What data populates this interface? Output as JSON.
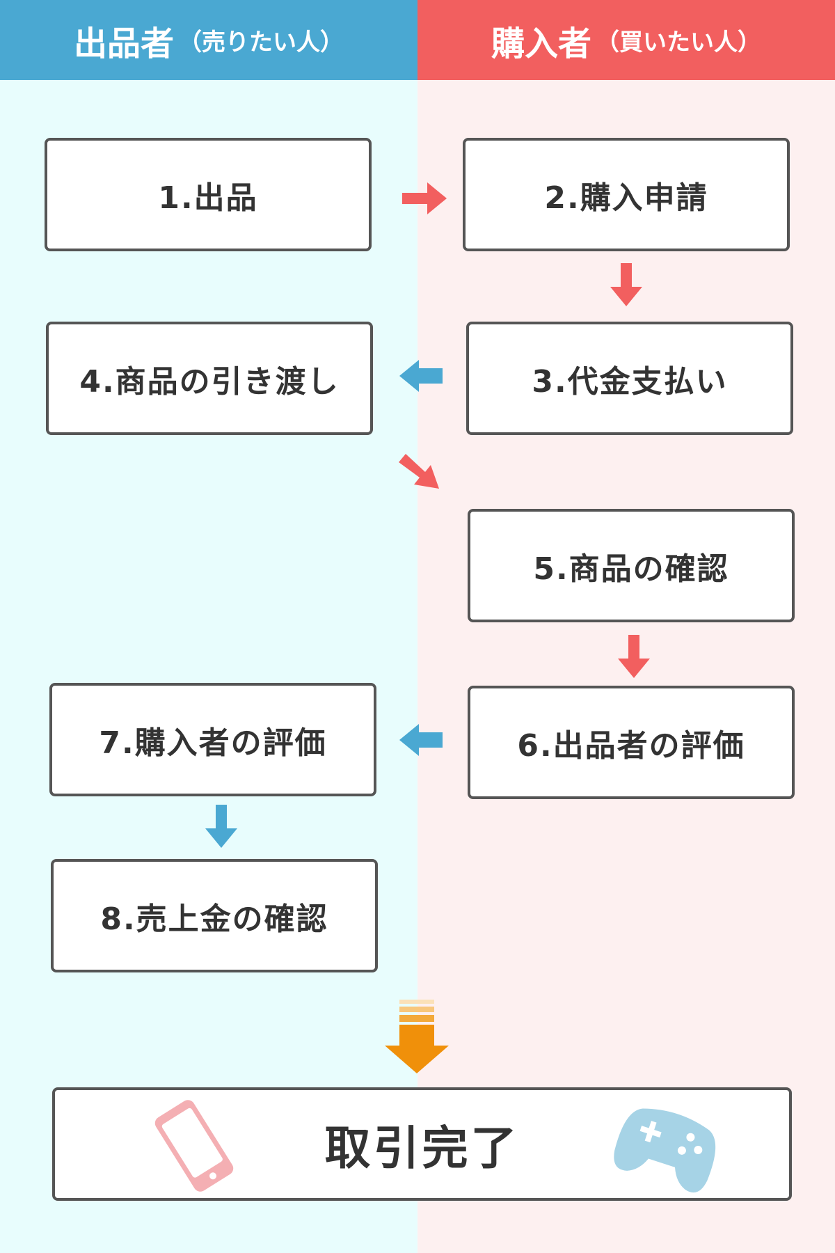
{
  "headers": {
    "seller": {
      "title": "出品者",
      "subtitle": "（売りたい人）",
      "color": "#4AA8D2"
    },
    "buyer": {
      "title": "購入者",
      "subtitle": "（買いたい人）",
      "color": "#F25F5F"
    }
  },
  "steps": [
    {
      "label": "1.出品"
    },
    {
      "label": "2.購入申請"
    },
    {
      "label": "3.代金支払い"
    },
    {
      "label": "4.商品の引き渡し"
    },
    {
      "label": "5.商品の確認"
    },
    {
      "label": "6.出品者の評価"
    },
    {
      "label": "7.購入者の評価"
    },
    {
      "label": "8.売上金の確認"
    }
  ],
  "final": {
    "label": "取引完了"
  },
  "icons": {
    "left": "smartphone-icon",
    "right": "game-controller-icon"
  },
  "colors": {
    "arrow_red": "#F25F5F",
    "arrow_blue": "#4AA8D2",
    "arrow_orange": "#F0900A"
  }
}
